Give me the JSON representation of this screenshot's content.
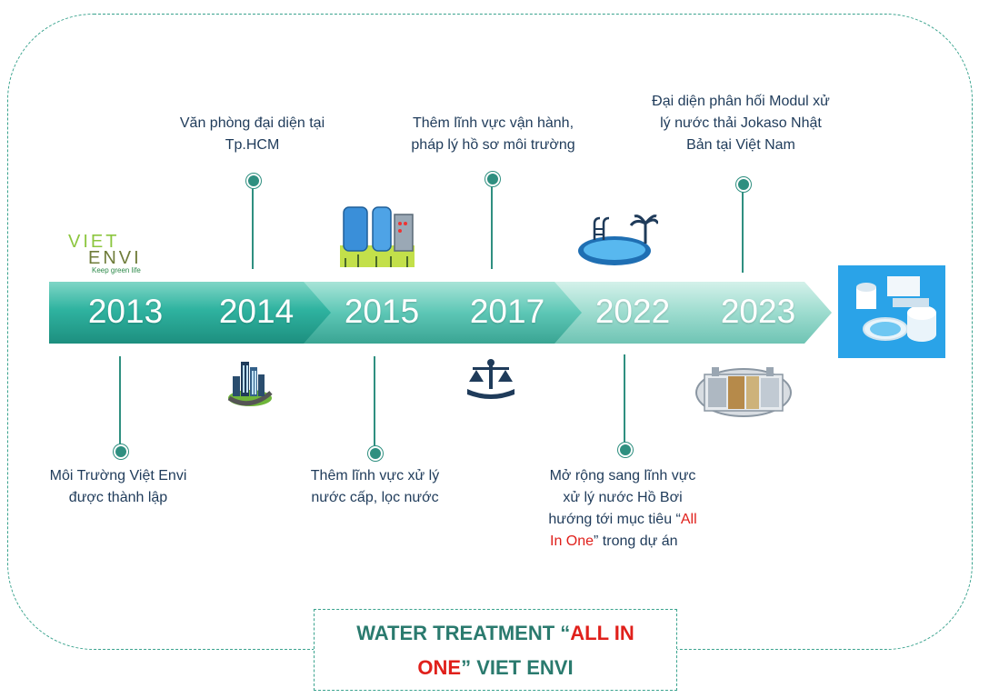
{
  "logo": {
    "line1": "VIET",
    "line2": "ENVI",
    "tagline": "Keep green life"
  },
  "years": [
    "2013",
    "2014",
    "2015",
    "2017",
    "2022",
    "2023"
  ],
  "captions": {
    "c2013": [
      "Môi Trường Việt Envi",
      "được thành lập"
    ],
    "c2014": [
      "Văn phòng đại diện tại",
      "Tp.HCM"
    ],
    "c2015": [
      "Thêm lĩnh vực xử lý",
      "nước cấp, lọc nước"
    ],
    "c2017": [
      "Thêm lĩnh vực vận hành,",
      "pháp lý hồ sơ môi trường"
    ],
    "c2022": {
      "l1": "Mở rộng sang lĩnh vực",
      "l2": "xử lý nước Hồ Bơi",
      "l3a": "hướng tới mục tiêu “",
      "l3b": "All",
      "l4a": "In One",
      "l4b": "” trong dự án"
    },
    "c2023": [
      "Đại diện phân hối Modul xử",
      "lý nước thải Jokaso Nhật",
      "Bản tại Việt Nam"
    ]
  },
  "title": {
    "part1": "WATER TREATMENT “",
    "part2": "ALL IN",
    "part3": "ONE",
    "part4": "” VIET ENVI"
  },
  "colors": {
    "teal": "#2f8f80",
    "accent_red": "#e0201b",
    "border": "#3aa38e",
    "text": "#1f3b5a"
  },
  "icons": [
    "viet-envi-logo",
    "city-buildings-icon",
    "water-tanks-icon",
    "law-scales-icon",
    "swimming-pool-icon",
    "jokaso-tank-icon",
    "water-treatment-plant-icon"
  ]
}
